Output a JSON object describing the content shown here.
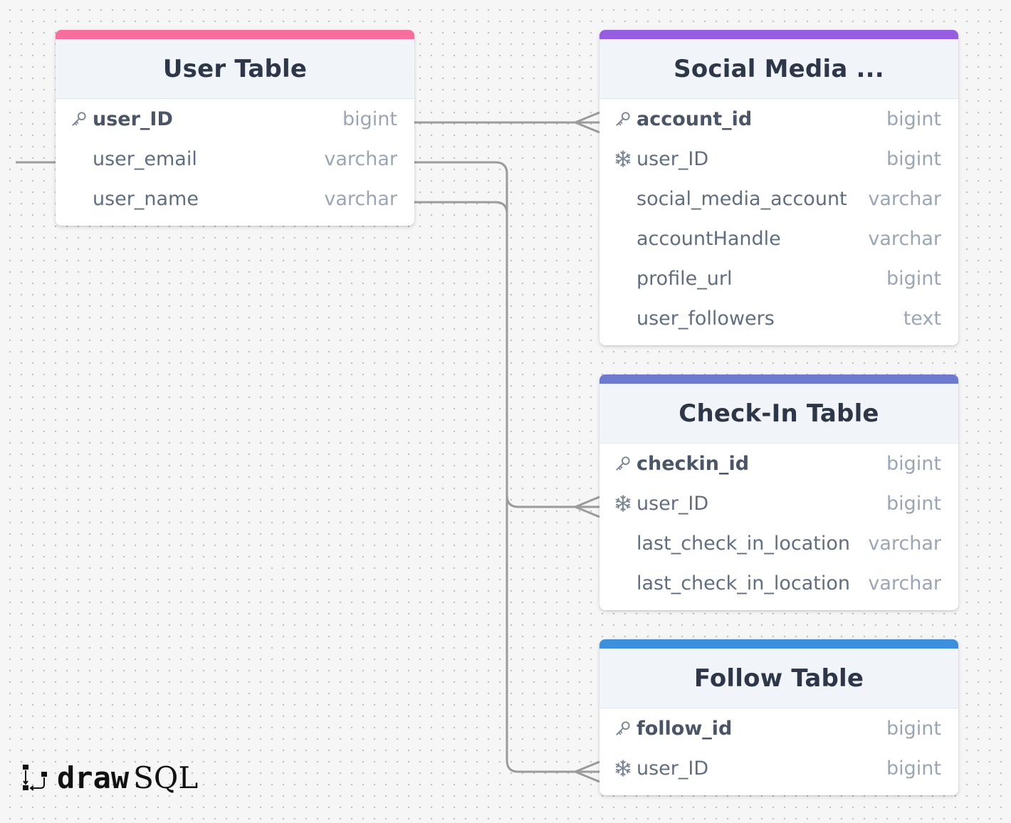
{
  "tables": {
    "user": {
      "title": "User Table",
      "accent": "#f76e9c",
      "columns": [
        {
          "name": "user_ID",
          "type": "bigint",
          "key": "pk"
        },
        {
          "name": "user_email",
          "type": "varchar",
          "key": ""
        },
        {
          "name": "user_name",
          "type": "varchar",
          "key": ""
        }
      ]
    },
    "social": {
      "title": "Social Media ...",
      "accent": "#975de0",
      "columns": [
        {
          "name": "account_id",
          "type": "bigint",
          "key": "pk"
        },
        {
          "name": "user_ID",
          "type": "bigint",
          "key": "fk"
        },
        {
          "name": "social_media_account",
          "type": "varchar",
          "key": ""
        },
        {
          "name": "accountHandle",
          "type": "varchar",
          "key": ""
        },
        {
          "name": "profile_url",
          "type": "bigint",
          "key": ""
        },
        {
          "name": "user_followers",
          "type": "text",
          "key": ""
        }
      ]
    },
    "checkin": {
      "title": "Check-In Table",
      "accent": "#6c7ad0",
      "columns": [
        {
          "name": "checkin_id",
          "type": "bigint",
          "key": "pk"
        },
        {
          "name": "user_ID",
          "type": "bigint",
          "key": "fk"
        },
        {
          "name": "last_check_in_location",
          "type": "varchar",
          "key": ""
        },
        {
          "name": "last_check_in_location",
          "type": "varchar",
          "key": ""
        }
      ]
    },
    "follow": {
      "title": "Follow Table",
      "accent": "#3b8fdc",
      "columns": [
        {
          "name": "follow_id",
          "type": "bigint",
          "key": "pk"
        },
        {
          "name": "user_ID",
          "type": "bigint",
          "key": "fk"
        }
      ]
    }
  },
  "logo": {
    "bold": "draw",
    "light": "SQL"
  },
  "colors": {
    "relation_line": "#9b9b9b",
    "title_text": "#2d3748",
    "column_text": "#5f6e80",
    "type_text": "#9aa6b6"
  },
  "icons": {
    "primary_key": "key-icon",
    "foreign_key": "snowflake-icon"
  }
}
